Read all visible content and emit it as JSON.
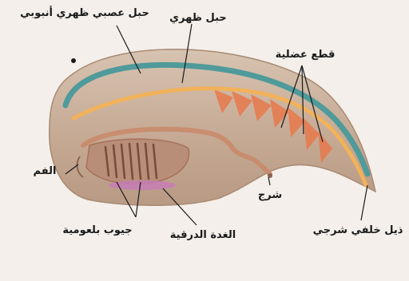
{
  "labels": {
    "dorsal_nerve_cord": "حبل عصبي ظهري أنبوبي",
    "notochord": "حبل ظهري",
    "muscle_segments": "قطع عضلية",
    "mouth": "الفم",
    "anus": "شرج",
    "pharyngeal_slits": "جيوب بلعومية",
    "thyroid_gland": "الغدة الدرقية",
    "post_anal_tail": "ذيل خلفي شرجي"
  },
  "colors": {
    "body": "#c9b09a",
    "nerve_cord": "#4f9a9a",
    "notochord": "#f2b25a",
    "muscle": "#e8794c",
    "gut": "#c98a6a",
    "thyroid": "#c77cb5"
  }
}
